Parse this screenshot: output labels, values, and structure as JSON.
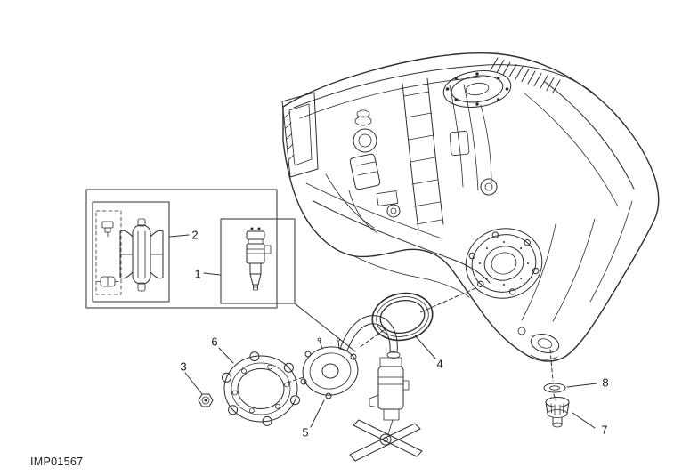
{
  "diagram": {
    "code": "IMP01567",
    "callouts": [
      {
        "label": "1",
        "part": "fuel-injector"
      },
      {
        "label": "2",
        "part": "fuel-filter"
      },
      {
        "label": "3",
        "part": "nut"
      },
      {
        "label": "4",
        "part": "seal-ring"
      },
      {
        "label": "5",
        "part": "fuel-pump-flange"
      },
      {
        "label": "6",
        "part": "locking-ring"
      },
      {
        "label": "7",
        "part": "drain-plug"
      },
      {
        "label": "8",
        "part": "washer"
      }
    ],
    "colors": {
      "line": "#2d2d2d",
      "background": "#ffffff",
      "label": "#1b1b1b"
    }
  }
}
